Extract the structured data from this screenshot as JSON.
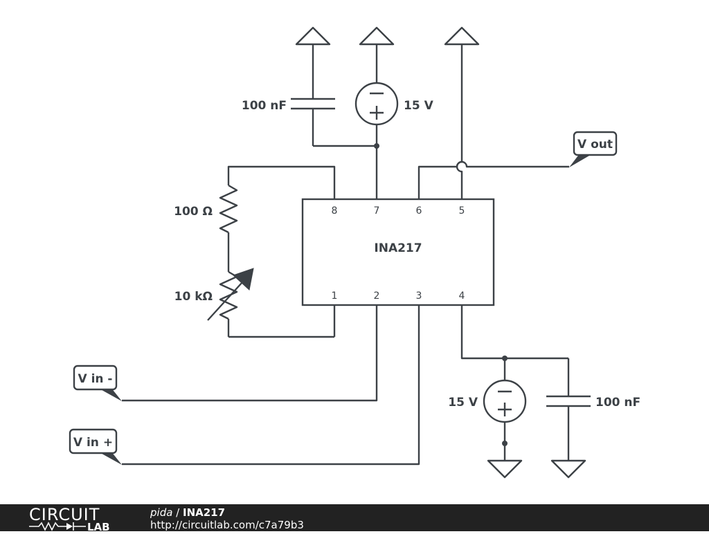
{
  "diagram": {
    "chip": {
      "name": "INA217",
      "pins": [
        "1",
        "2",
        "3",
        "4",
        "5",
        "6",
        "7",
        "8"
      ]
    },
    "components": {
      "cap_top": "100 nF",
      "src_top": "15 V",
      "res_fixed": "100 Ω",
      "res_var": "10 kΩ",
      "src_bottom": "15 V",
      "cap_bottom": "100 nF"
    },
    "ports": {
      "vout": "V out",
      "vin_minus": "V in -",
      "vin_plus": "V in +"
    },
    "colors": {
      "wire": "#3c4146",
      "footer": "#222222"
    }
  },
  "footer": {
    "logo_top": "CIRCUIT",
    "logo_bottom": "LAB",
    "author": "pida",
    "separator": " / ",
    "project": "INA217",
    "url": "http://circuitlab.com/c7a79b3"
  }
}
